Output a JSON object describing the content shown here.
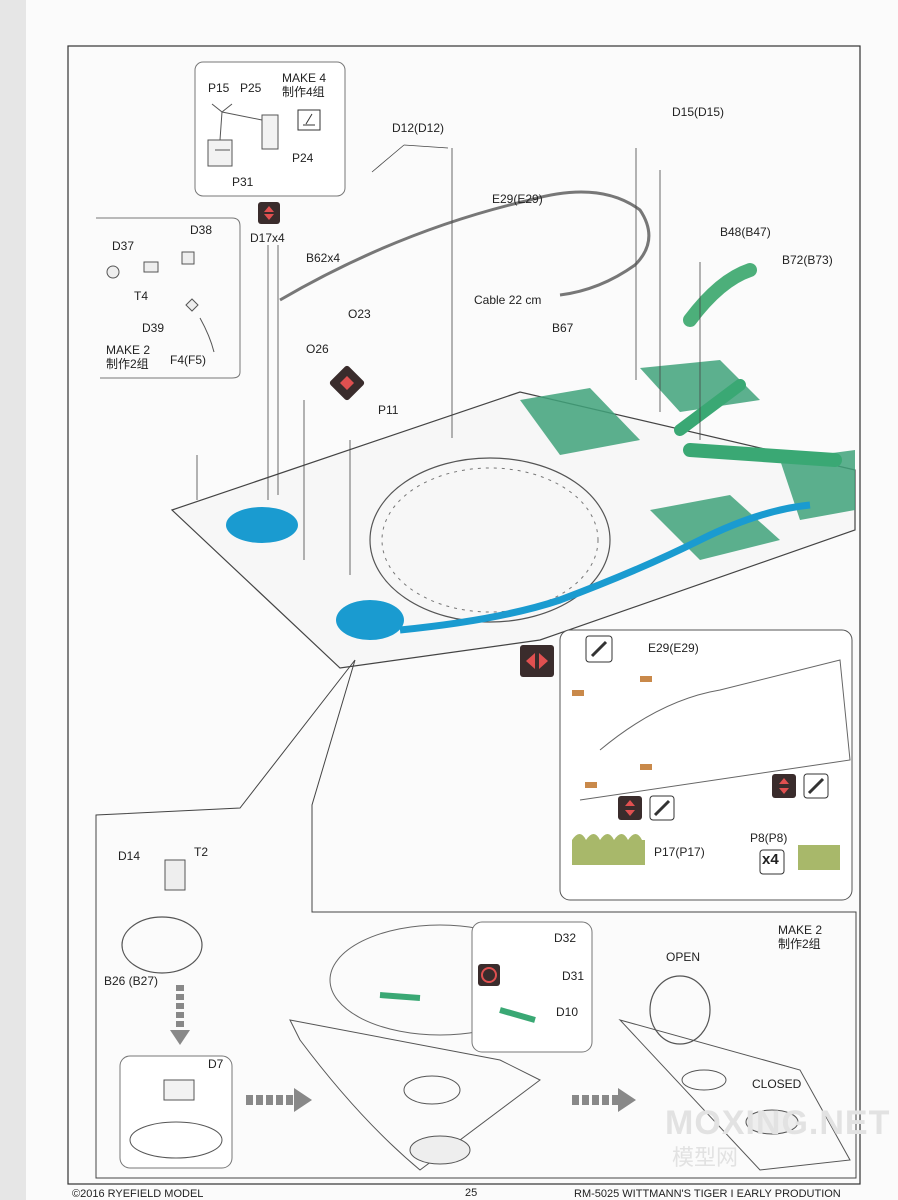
{
  "page_number": "25",
  "footer_left": "©2016 RYEFIELD MODEL",
  "footer_right": "RM-5025 WITTMANN'S TIGER I EARLY PRODUTION",
  "watermark": {
    "line1": "MOXING.NET",
    "line2": "模型网"
  },
  "box_p15": {
    "make": "MAKE 4",
    "make_cn": "制作4组",
    "p15": "P15",
    "p25": "P25",
    "p24": "P24",
    "p31": "P31"
  },
  "box_d37": {
    "d37": "D37",
    "d38": "D38",
    "t4": "T4",
    "d39": "D39",
    "f4": "F4(F5)",
    "make": "MAKE 2",
    "make_cn": "制作2组"
  },
  "main": {
    "d17": "D17x4",
    "d12": "D12(D12)",
    "e29": "E29(E29)",
    "d15": "D15(D15)",
    "b62": "B62x4",
    "cable": "Cable  22 cm",
    "b48": "B48(B47)",
    "b72": "B72(B73)",
    "o23": "O23",
    "o26": "O26",
    "p11": "P11",
    "b67": "B67"
  },
  "detail_right": {
    "e29": "E29(E29)",
    "p17": "P17(P17)",
    "p8": "P8(P8)",
    "x4": "x4"
  },
  "lower": {
    "d14": "D14",
    "t2": "T2",
    "b26": "B26 (B27)",
    "d7": "D7",
    "d32": "D32",
    "d31": "D31",
    "d10": "D10",
    "make": "MAKE 2",
    "make_cn": "制作2组",
    "open": "OPEN",
    "closed": "CLOSED"
  }
}
